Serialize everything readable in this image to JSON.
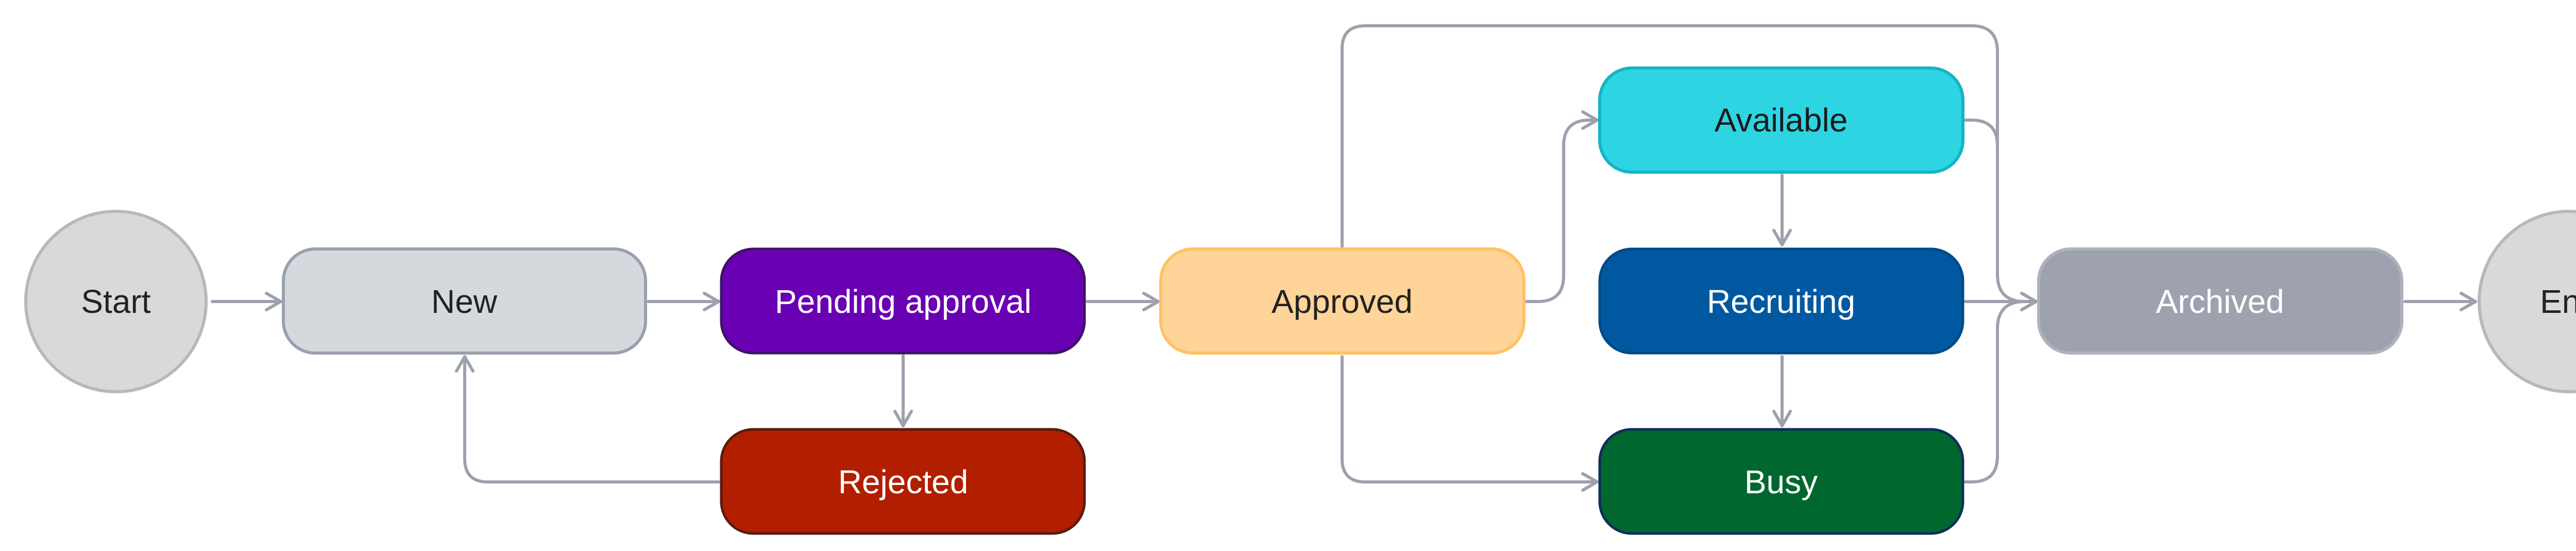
{
  "diagram": {
    "type": "state-flow",
    "nodes": {
      "start": {
        "label": "Start",
        "fill": "#d9d9d9",
        "stroke": "#b8b8b8",
        "text": "#222222"
      },
      "new": {
        "label": "New",
        "fill": "#d5d8dd",
        "stroke": "#9aa0ad",
        "text": "#222222"
      },
      "pending": {
        "label": "Pending approval",
        "fill": "#6a00b4",
        "stroke": "#3d1366",
        "text": "#ffffff"
      },
      "rejected": {
        "label": "Rejected",
        "fill": "#b21e00",
        "stroke": "#5c1a10",
        "text": "#ffffff"
      },
      "approved": {
        "label": "Approved",
        "fill": "#ffd499",
        "stroke": "#ffc266",
        "text": "#222222"
      },
      "available": {
        "label": "Available",
        "fill": "#2dd5e3",
        "stroke": "#16b3c7",
        "text": "#1b1b1b"
      },
      "recruiting": {
        "label": "Recruiting",
        "fill": "#0059a0",
        "stroke": "#004a86",
        "text": "#ffffff"
      },
      "busy": {
        "label": "Busy",
        "fill": "#00682f",
        "stroke": "#0f2e5c",
        "text": "#ffffff"
      },
      "archived": {
        "label": "Archived",
        "fill": "#9ea2ae",
        "stroke": "#aeb2bc",
        "text": "#ffffff"
      },
      "end": {
        "label": "End",
        "fill": "#d9d9d9",
        "stroke": "#b8b8b8",
        "text": "#222222"
      }
    },
    "edges": [
      {
        "from": "start",
        "to": "new"
      },
      {
        "from": "new",
        "to": "pending"
      },
      {
        "from": "pending",
        "to": "approved"
      },
      {
        "from": "pending",
        "to": "rejected"
      },
      {
        "from": "rejected",
        "to": "new"
      },
      {
        "from": "approved",
        "to": "available"
      },
      {
        "from": "approved",
        "to": "busy"
      },
      {
        "from": "approved",
        "to": "archived"
      },
      {
        "from": "available",
        "to": "recruiting"
      },
      {
        "from": "recruiting",
        "to": "busy"
      },
      {
        "from": "available",
        "to": "archived"
      },
      {
        "from": "recruiting",
        "to": "archived"
      },
      {
        "from": "busy",
        "to": "archived"
      },
      {
        "from": "archived",
        "to": "end"
      }
    ],
    "edge_color": "#9ea0ad"
  }
}
